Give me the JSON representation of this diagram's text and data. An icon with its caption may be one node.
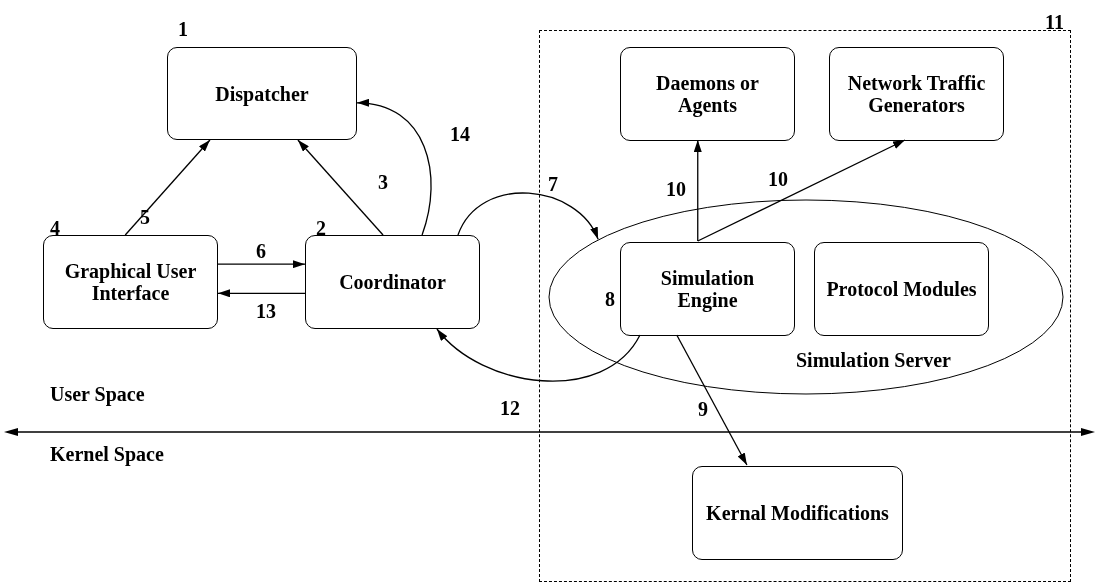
{
  "diagram": {
    "nodes": [
      {
        "text": [
          "Dispatcher"
        ],
        "beside": [
          "1"
        ]
      },
      {
        "text": [
          "Graphical User Interface"
        ],
        "beside": [
          "4"
        ]
      },
      {
        "text": [
          "Coordinator"
        ],
        "beside": [
          "2"
        ]
      },
      {
        "text": [],
        "shape": "box",
        "beside": [
          "11"
        ]
      },
      {
        "text": [
          "Daemons or Agents"
        ],
        "in": 3
      },
      {
        "text": [
          "Network Traffic Generators"
        ],
        "in": 3
      },
      {
        "text": [
          "Simulation Server"
        ],
        "in": 3
      },
      {
        "text": [
          "Simulation Engine"
        ],
        "in": 6,
        "beside": [
          "8"
        ]
      },
      {
        "text": [
          "Protocol Modules"
        ],
        "in": 6
      },
      {
        "text": [
          "Kernal Modifications"
        ],
        "in": 3
      }
    ],
    "edges": [
      {
        "from": 1,
        "to": 0,
        "arrow": "to",
        "label": "5"
      },
      {
        "from": 2,
        "to": 0,
        "arrow": "to",
        "label": "3"
      },
      {
        "from": 2,
        "to": 0,
        "arrow": "to",
        "label": "14"
      },
      {
        "from": 2,
        "to": 6,
        "arrow": "to",
        "label": "7"
      },
      {
        "from": 1,
        "to": 2,
        "arrow": "to",
        "label": "6"
      },
      {
        "from": 2,
        "to": 1,
        "arrow": "to",
        "label": "13"
      },
      {
        "from": 7,
        "to": 2,
        "arrow": "to",
        "label": "12"
      },
      {
        "from": 7,
        "to": 9,
        "arrow": "to",
        "label": "9"
      },
      {
        "from": 7,
        "to": 4,
        "arrow": "to",
        "label": "10"
      },
      {
        "from": 7,
        "to": 5,
        "arrow": "to",
        "label": "10"
      }
    ],
    "labels": [
      "User Space",
      "Kernel Space"
    ]
  }
}
